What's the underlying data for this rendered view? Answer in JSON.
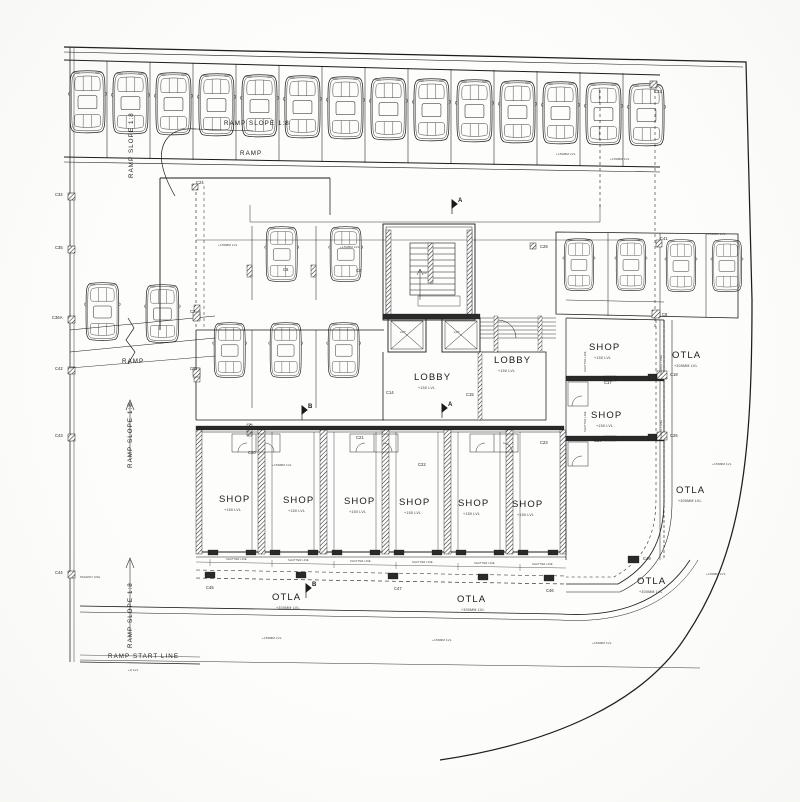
{
  "drawing": {
    "type": "architectural-floor-plan",
    "title": "Ground Floor Parking & Shops Plan",
    "description": "Scanned architectural ground-floor plan showing a stilt/podium car park with a sloped entry ramp, central lift-and-stair lobby core, a row of shop units with shutter lines, and an OTLA (open verandah) strip along the curved plot boundary."
  },
  "ramp": {
    "slope_top_1": "RAMP SLOPE 1:8",
    "slope_top_2": "RAMP SLOPE 1:8",
    "ramp_label_top": "RAMP",
    "ramp_label_mid": "RAMP",
    "slope_left_1": "RAMP SLOPE 1:8",
    "slope_left_2": "RAMP SLOPE 1:8",
    "start_line": "RAMP START LINE",
    "start_line_level": "+0 LVL"
  },
  "rooms": {
    "lobby_1": {
      "name": "LOBBY",
      "level": "+150 LVL"
    },
    "lobby_2": {
      "name": "LOBBY",
      "level": "+150 LVL"
    },
    "shops": [
      {
        "name": "SHOP",
        "level": "+150 LVL"
      },
      {
        "name": "SHOP",
        "level": "+150 LVL"
      },
      {
        "name": "SHOP",
        "level": "+150 LVL"
      },
      {
        "name": "SHOP",
        "level": "+150 LVL"
      },
      {
        "name": "SHOP",
        "level": "+150 LVL"
      },
      {
        "name": "SHOP",
        "level": "+150 LVL"
      },
      {
        "name": "SHOP",
        "level": "+150 LVL"
      },
      {
        "name": "SHOP",
        "level": "+150 LVL"
      }
    ],
    "otla": [
      {
        "name": "OTLA",
        "level": "+300MM LVL"
      },
      {
        "name": "OTLA",
        "level": "+300MM LVL"
      },
      {
        "name": "OTLA",
        "level": "+300MM LVL"
      },
      {
        "name": "OTLA",
        "level": "+300MM LVL"
      },
      {
        "name": "OTLA",
        "level": "+300MM LVL"
      }
    ]
  },
  "levels": {
    "parking_150": "+150MM LVL",
    "parking_150_b": "+150MM LVL",
    "parking_150_c": "+150MM LVL",
    "court_150_a": "+150MM LVL",
    "court_150_b": "+150MM LVL",
    "court_150_c": "+150MM LVL",
    "court_150_d": "+150MM LVL",
    "court_150_e": "+150MM LVL",
    "court_150_f": "+150MM LVL",
    "court_150_g": "+150MM LVL",
    "court_150_h": "+150MM LVL"
  },
  "annotations": {
    "shutter_line": "SHUTTER LINE",
    "shutter_lines": [
      "SHUTTER LINE",
      "SHUTTER LINE",
      "SHUTTER LINE",
      "SHUTTER LINE",
      "SHUTTER LINE",
      "SHUTTER LINE"
    ],
    "parapet_line": "PARAPET LINE",
    "parapet_lines": [
      "PARAPET LINE",
      "PARAPET LINE",
      "PARAPET LINE"
    ],
    "lift_1": "LIFT",
    "lift_2": "LIFT",
    "stair": "UP",
    "section_a_top": "A",
    "section_a_bottom": "A",
    "section_b_top": "B",
    "section_b_bottom": "B"
  },
  "column_marks": {
    "left_edge": [
      "C34",
      "C35",
      "C36A",
      "C42",
      "C43",
      "C44"
    ],
    "top_right": [
      "C33"
    ],
    "right_edge": [
      "C41",
      "C8",
      "C18",
      "C25"
    ],
    "interior": [
      "C7",
      "C11",
      "C4",
      "C5",
      "C14",
      "C15",
      "C16",
      "C17",
      "C20",
      "C21",
      "C22",
      "C23",
      "C24",
      "C28",
      "C29",
      "C30",
      "C45",
      "C46",
      "C47",
      "C48",
      "C49",
      "C9",
      "C13",
      "C6",
      "C3"
    ]
  },
  "colors": {
    "ink": "#1a1a1a",
    "hatch": "#2b2b2b",
    "paper": "#fdfdfb",
    "light_line": "#6b6b6b"
  }
}
